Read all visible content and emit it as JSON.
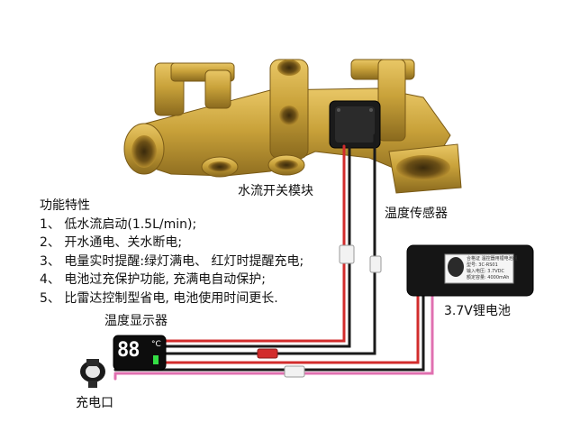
{
  "labels": {
    "switch_module": "水流开关模块",
    "temp_sensor": "温度传感器",
    "temp_display": "温度显示器",
    "battery": "3.7V锂电池",
    "charge_port": "充电口"
  },
  "features": {
    "title": "功能特性",
    "items": [
      "1、 低水流启动(1.5L/min);",
      "2、 开水通电、关水断电;",
      "3、 电量实时提醒:绿灯满电、 红灯时提醒充电;",
      "4、 电池过充保护功能, 充满电自动保护;",
      "5、 比雷达控制型省电, 电池使用时间更长."
    ]
  },
  "display": {
    "digits": "88",
    "unit": "°C"
  },
  "battery_label": {
    "line1": "合格证  温控器用锂电池组",
    "line2": "型号: 3C-RS01",
    "line3": "输入电压: 3.7VDC",
    "line4": "额定容量: 4000mAh"
  },
  "colors": {
    "brass": "#c9a23a",
    "wire_red": "#d22c2c",
    "wire_black": "#1a1a1a",
    "wire_pink": "#e070b0",
    "display_green": "#33dd44"
  }
}
